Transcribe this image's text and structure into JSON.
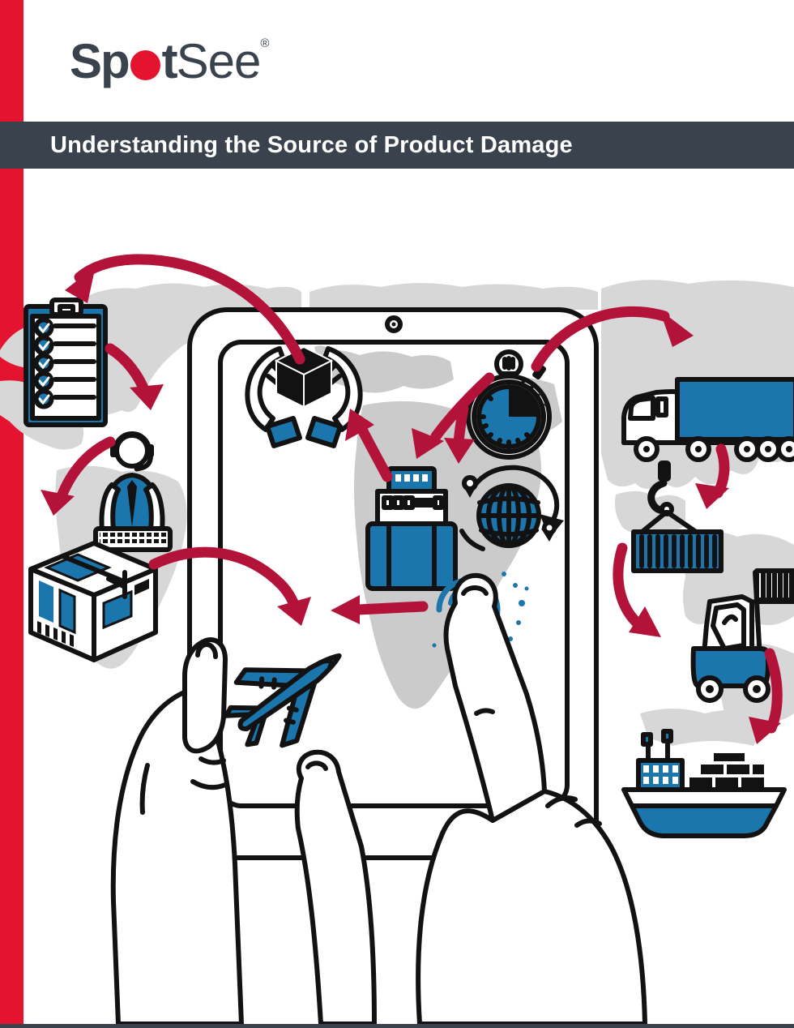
{
  "brand": {
    "sp": "Sp",
    "t": "t",
    "see": "See",
    "registered": "®"
  },
  "header": {
    "title": "Understanding the Source of Product Damage"
  },
  "colors": {
    "brand_red": "#e4132f",
    "arrow_crimson": "#b31239",
    "accent_blue": "#1b76ad",
    "slate": "#3a434d",
    "map_gray": "#d7d7d7",
    "screen_map_gray": "#cbcbcb",
    "ink": "#121212"
  },
  "illustration": {
    "alt": "Two hands holding a tablet over a world map; red arrows connect supply-chain icons: checklist, support agent, boxes, protected package, stopwatch, global tracking, warehouse, airplane, truck, crane container, forklift and cargo ship",
    "icons": [
      "clipboard-checklist",
      "support-agent",
      "shipping-boxes",
      "protected-package",
      "stopwatch",
      "global-tracking",
      "warehouse",
      "touch-gesture",
      "airplane",
      "cargo-truck",
      "crane-container",
      "forklift",
      "cargo-ship",
      "world-map",
      "tablet"
    ]
  }
}
